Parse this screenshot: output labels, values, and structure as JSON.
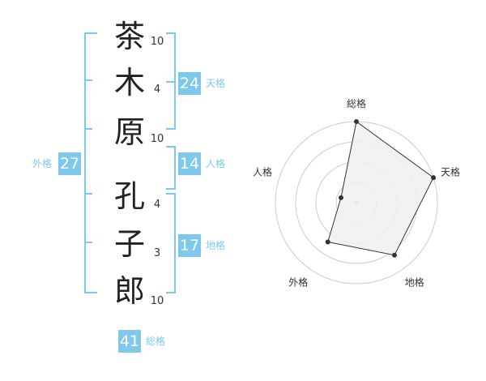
{
  "name": {
    "characters": [
      {
        "char": "茶",
        "strokes": "10"
      },
      {
        "char": "木",
        "strokes": "4"
      },
      {
        "char": "原",
        "strokes": "10"
      },
      {
        "char": "孔",
        "strokes": "4"
      },
      {
        "char": "子",
        "strokes": "3"
      },
      {
        "char": "郎",
        "strokes": "10"
      }
    ]
  },
  "grades": {
    "tenkaku": {
      "value": "24",
      "label": "天格"
    },
    "jinkaku": {
      "value": "14",
      "label": "人格"
    },
    "chikaku": {
      "value": "17",
      "label": "地格"
    },
    "gaikaku": {
      "value": "27",
      "label": "外格"
    },
    "soukaku": {
      "value": "41",
      "label": "総格"
    }
  },
  "colors": {
    "accent": "#7ec8ee",
    "text": "#222222",
    "radar_fill": "#f0f0f0",
    "radar_line": "#333333",
    "ring": "#cccccc"
  },
  "chart_data": {
    "type": "radar",
    "axes": [
      "総格",
      "天格",
      "地格",
      "外格",
      "人格"
    ],
    "values": [
      5,
      5,
      4,
      3,
      1
    ],
    "max": 5,
    "rings": 4
  }
}
